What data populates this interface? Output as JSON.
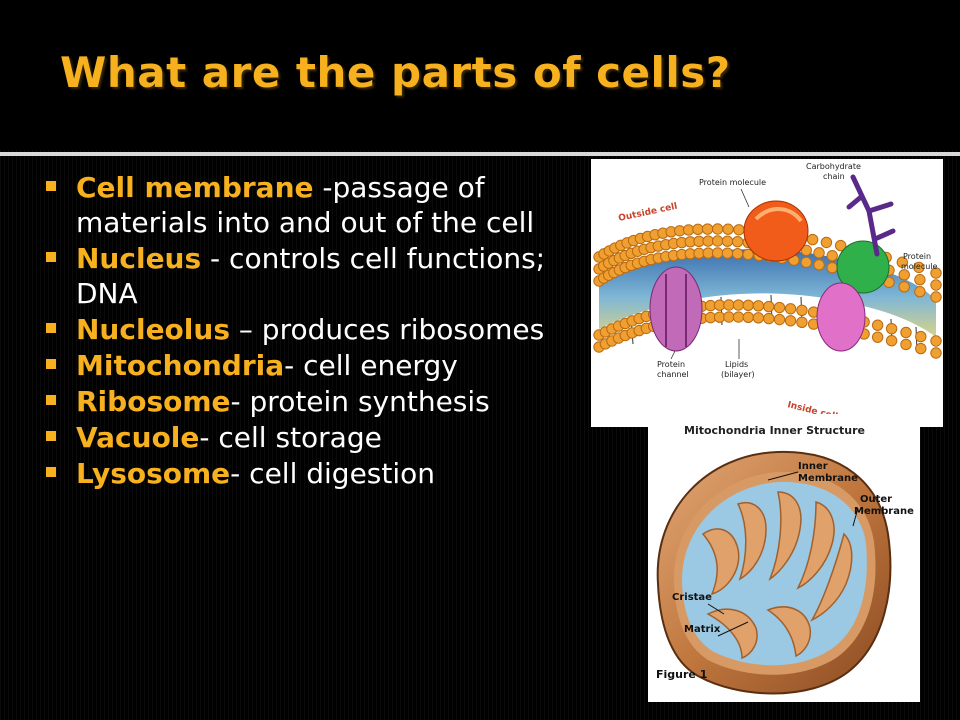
{
  "title": "What are the parts of cells?",
  "bullets": [
    {
      "term": "Cell membrane",
      "text": " -passage of materials into and out of the cell"
    },
    {
      "term": "Nucleus",
      "text": " - controls cell functions; DNA"
    },
    {
      "term": "Nucleolus",
      "text": " – produces ribosomes"
    },
    {
      "term": "Mitochondria",
      "text": "- cell energy"
    },
    {
      "term": "Ribosome",
      "text": "- protein synthesis"
    },
    {
      "term": "Vacuole",
      "text": "- cell storage"
    },
    {
      "term": "Lysosome",
      "text": "- cell digestion"
    }
  ],
  "membrane_figure": {
    "outside": "Outside cell",
    "inside": "Inside cell",
    "protein_molecule_top": "Protein molecule",
    "carbohydrate_1": "Carbohydrate",
    "carbohydrate_2": "chain",
    "protein_molecule_right_1": "Protein",
    "protein_molecule_right_2": "molecule",
    "protein_channel_1": "Protein",
    "protein_channel_2": "channel",
    "lipids_1": "Lipids",
    "lipids_2": "(bilayer)"
  },
  "mito_figure": {
    "title": "Mitochondria Inner Structure",
    "inner_1": "Inner",
    "inner_2": "Membrane",
    "outer_1": "Outer",
    "outer_2": "Membrane",
    "cristae": "Cristae",
    "matrix": "Matrix",
    "caption": "Figure 1"
  }
}
